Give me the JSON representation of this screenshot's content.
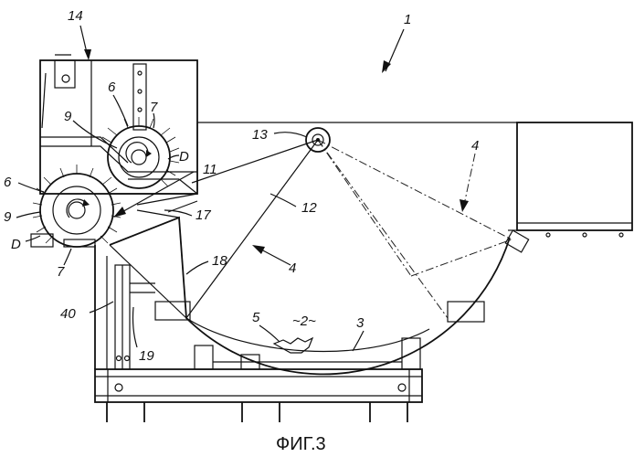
{
  "figure": {
    "caption": "ФИГ.3",
    "labels": {
      "l1": "1",
      "l14": "14",
      "l6a": "6",
      "l7a": "7",
      "l9a": "9",
      "lDa": "D",
      "l13": "13",
      "l4a": "4",
      "l6b": "6",
      "l11": "11",
      "l9b": "9",
      "lDb": "D",
      "l17": "17",
      "l12": "12",
      "l7b": "7",
      "l18": "18",
      "l4b": "4",
      "l40": "40",
      "l5": "5",
      "l2": "~2~",
      "l3": "3",
      "l19": "19"
    }
  }
}
